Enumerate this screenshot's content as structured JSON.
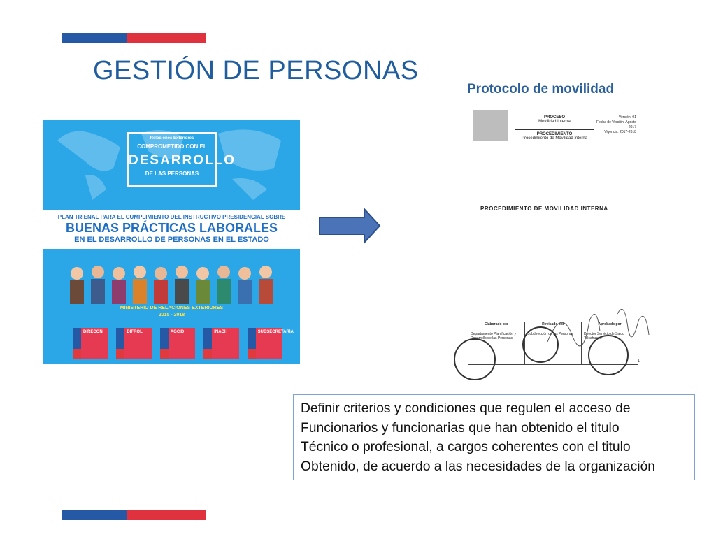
{
  "slide": {
    "title": "GESTIÓN DE PERSONAS",
    "subtitle": "Protocolo de movilidad"
  },
  "colors": {
    "accent_blue": "#2559a6",
    "accent_red": "#e0323e",
    "title_blue": "#1f5d9e",
    "poster_bg": "#2ba6e6",
    "arrow_fill": "#4a73b8"
  },
  "poster": {
    "badge_small": "Relaciones Exteriores",
    "badge_line1": "COMPROMETIDO CON EL",
    "badge_big": "DESARROLLO",
    "badge_line3": "DE LAS PERSONAS",
    "band_line1": "PLAN TRIENAL PARA EL CUMPLIMIENTO DEL INSTRUCTIVO PRESIDENCIAL SOBRE",
    "band_line2": "BUENAS PRÁCTICAS LABORALES",
    "band_line3": "EN EL DESARROLLO DE PERSONAS EN EL ESTADO",
    "ministry": "MINISTERIO DE RELACIONES EXTERIORES",
    "years": "2015 - 2018",
    "logos": [
      "DIRECON",
      "DIFROL",
      "AGCID",
      "INACH",
      "SUBSECRETARÍA"
    ]
  },
  "document": {
    "header_proceso": "PROCESO",
    "header_proceso_val": "Movilidad Interna",
    "header_procedimiento": "PROCEDIMIENTO",
    "header_procedimiento_val": "Procedimiento de Movilidad Interna",
    "header_right_1": "Versión: 01",
    "header_right_2": "Fecha de Versión: Agosto 2017",
    "header_right_3": "Vigencia: 2017-2018",
    "title": "PROCEDIMIENTO DE MOVILIDAD INTERNA",
    "col_elaborado": "Elaborado por",
    "col_revisado": "Revisado por",
    "col_aprobado": "Aprobado por",
    "cell_elaborado": "Departamento Planificación y Desarrollo de las Personas",
    "cell_revisado": "Subdirección de las Personas",
    "cell_aprobado": "Director Servicio de Salud Talcahuano",
    "page_number": "1"
  },
  "description": {
    "line1": "Definir criterios y condiciones que regulen el acceso de",
    "line2": "Funcionarios y funcionarias que han obtenido el titulo",
    "line3": "Técnico o profesional, a cargos coherentes con el titulo",
    "line4": "Obtenido, de acuerdo a las necesidades de la organización"
  }
}
